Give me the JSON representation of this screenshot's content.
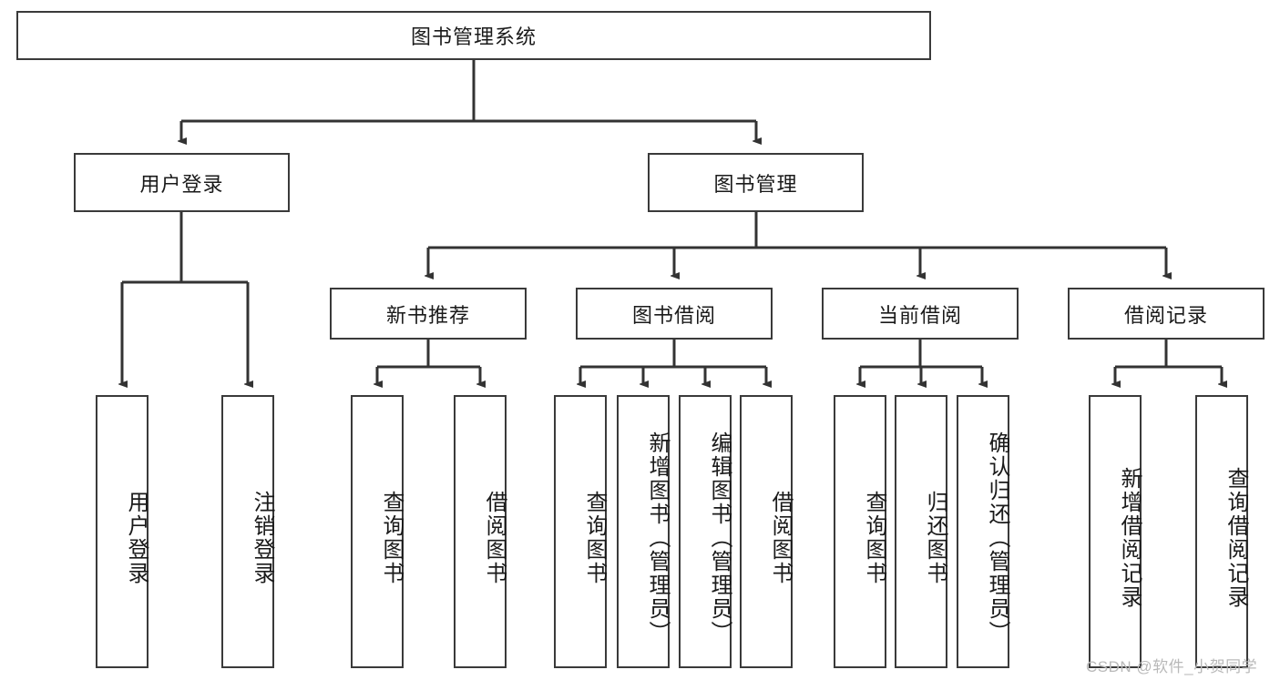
{
  "diagram": {
    "title": "图书管理系统",
    "type": "hierarchy-tree",
    "watermark": "CSDN @软件_小贺同学",
    "colors": {
      "box_border": "#3a3a3a",
      "box_fill": "#ffffff",
      "connector": "#333333",
      "text": "#1a1a1a",
      "watermark": "#b9b9b9"
    },
    "levels": {
      "level1": [
        {
          "id": "root",
          "label": "图书管理系统"
        }
      ],
      "level2": [
        {
          "id": "user-login",
          "label": "用户登录"
        },
        {
          "id": "book-management",
          "label": "图书管理"
        }
      ],
      "level3": [
        {
          "id": "new-book-recommend",
          "label": "新书推荐"
        },
        {
          "id": "book-borrow",
          "label": "图书借阅"
        },
        {
          "id": "current-borrow",
          "label": "当前借阅"
        },
        {
          "id": "borrow-record",
          "label": "借阅记录"
        }
      ],
      "level4": [
        {
          "id": "leaf-user-login",
          "label": "用户登录",
          "parent": "user-login"
        },
        {
          "id": "leaf-logout-login",
          "label": "注销登录",
          "parent": "user-login"
        },
        {
          "id": "leaf-query-book-1",
          "label": "查询图书",
          "parent": "new-book-recommend"
        },
        {
          "id": "leaf-borrow-book-1",
          "label": "借阅图书",
          "parent": "new-book-recommend"
        },
        {
          "id": "leaf-query-book-2",
          "label": "查询图书",
          "parent": "book-borrow"
        },
        {
          "id": "leaf-add-book",
          "label": "新增图书（管理员）",
          "parent": "book-borrow"
        },
        {
          "id": "leaf-edit-book",
          "label": "编辑图书（管理员）",
          "parent": "book-borrow"
        },
        {
          "id": "leaf-borrow-book-2",
          "label": "借阅图书",
          "parent": "book-borrow"
        },
        {
          "id": "leaf-query-book-3",
          "label": "查询图书",
          "parent": "current-borrow"
        },
        {
          "id": "leaf-return-book",
          "label": "归还图书",
          "parent": "current-borrow"
        },
        {
          "id": "leaf-confirm-return",
          "label": "确认归还（管理员）",
          "parent": "current-borrow"
        },
        {
          "id": "leaf-add-record",
          "label": "新增借阅记录",
          "parent": "borrow-record"
        },
        {
          "id": "leaf-query-record",
          "label": "查询借阅记录",
          "parent": "borrow-record"
        }
      ]
    }
  }
}
